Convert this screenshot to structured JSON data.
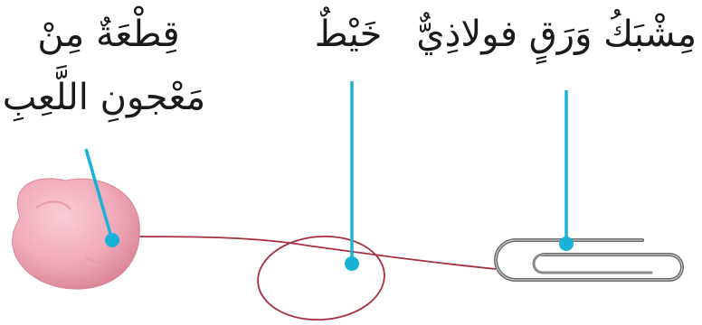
{
  "labels": {
    "paperclip": "مِشْبَكُ وَرَقٍ فولاذِيٌّ",
    "thread": "خَيْطٌ",
    "clay_line1": "قِطْعَةٌ مِنْ",
    "clay_line2": "مَعْجونِ اللَّعِبِ"
  },
  "colors": {
    "pointer": "#19b2d6",
    "thread": "#a5303f",
    "clay": "#f1a9b8",
    "clip": "#7a7a7a"
  }
}
